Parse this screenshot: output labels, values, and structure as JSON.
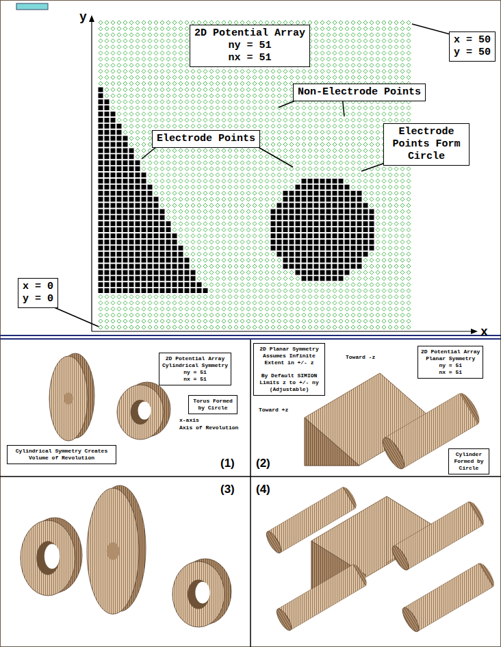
{
  "diagram": {
    "nodes": [
      {
        "text": [
          "2D Potential Array",
          "ny = 51",
          "nx = 51"
        ]
      },
      {
        "text": [
          "x = 50",
          "y = 50"
        ]
      },
      {
        "text": [
          "Non-Electrode Points"
        ]
      },
      {
        "text": [
          "Electrode Points"
        ]
      },
      {
        "text": [
          "Electrode Points Form Circle"
        ]
      },
      {
        "text": [
          "x = 0",
          "y = 0"
        ]
      },
      {
        "text": [
          "(1)"
        ]
      },
      {
        "text": [
          "2D Potential Array",
          "Cylindrical Symmetry",
          "ny = 51",
          "nx = 51"
        ],
        "in": 6
      },
      {
        "text": [
          "Torus Formed by Circle"
        ],
        "in": 6
      },
      {
        "text": [
          "Cylindrical Symmetry Creates Volume of Revolution"
        ],
        "in": 6
      },
      {
        "text": [
          "(2)"
        ]
      },
      {
        "text": [
          "2D Planar Symmetry Assumes Infinite Extent in +/- z",
          "By Default SIMION Limits z to +/- ny (Adjustable)"
        ],
        "in": 10
      },
      {
        "text": [
          "2D Potential Array",
          "Planar Symmetry",
          "ny = 51",
          "nx = 51"
        ],
        "in": 10
      },
      {
        "text": [
          "Cylinder Formed by Circle"
        ],
        "in": 10
      },
      {
        "text": [
          "(3)"
        ]
      },
      {
        "text": [
          "(4)"
        ]
      }
    ],
    "labels": [
      "y",
      "x",
      "x-axis",
      "Axis of Revolution",
      "Toward -z",
      "Toward +z"
    ]
  }
}
